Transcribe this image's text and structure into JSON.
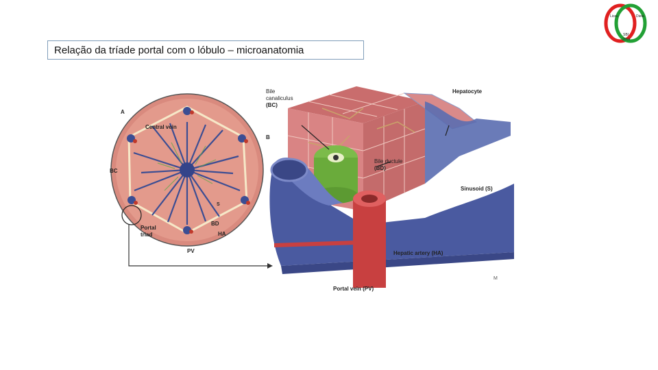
{
  "slide": {
    "title": "Relação da tríade portal com o lóbulo – microanatomia"
  },
  "logo": {
    "text_left": "Liceu",
    "text_right": "Dieta",
    "text_bottom_1": "SBI",
    "text_bottom_2": "2019",
    "colors": [
      "#e02020",
      "#22a035"
    ]
  },
  "figure": {
    "panel_a_letter": "A",
    "panel_b_letter": "B",
    "labels": {
      "central_vein": "Central vein",
      "bc_left": "BC",
      "s_left": "S",
      "bd_left": "BD",
      "ha_left": "HA",
      "pv_left": "PV",
      "portal_triad_1": "Portal",
      "portal_triad_2": "triad",
      "bile_canaliculus_1": "Bile",
      "bile_canaliculus_2": "canaliculus",
      "bile_canaliculus_3": "(BC)",
      "hepatocyte": "Hepatocyte",
      "bile_ductule_1": "Bile ductule",
      "bile_ductule_2": "(BD)",
      "sinusoid": "Sinusoid (S)",
      "hepatic_artery": "Hepatic artery (HA)",
      "portal_vein": "Portal vein (PV)"
    }
  }
}
